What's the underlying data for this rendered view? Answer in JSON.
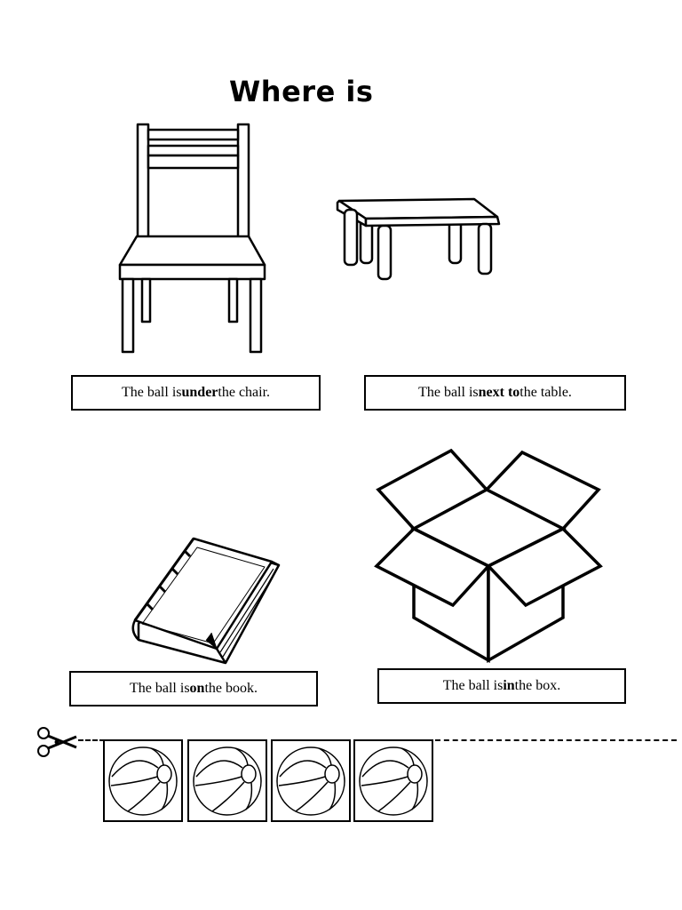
{
  "title": "Where is",
  "items": [
    {
      "picture": "chair-icon",
      "before": "The ball is ",
      "keyword": "under",
      "after": " the chair."
    },
    {
      "picture": "table-icon",
      "before": "The ball is ",
      "keyword": "next to",
      "after": " the table."
    },
    {
      "picture": "book-icon",
      "before": "The ball is ",
      "keyword": "on",
      "after": " the book."
    },
    {
      "picture": "box-icon",
      "before": "The ball is ",
      "keyword": "in",
      "after": " the box."
    }
  ],
  "cut_strip": {
    "icon": "scissors-icon",
    "ball_icon": "beach-ball-icon",
    "ball_count": 4
  }
}
